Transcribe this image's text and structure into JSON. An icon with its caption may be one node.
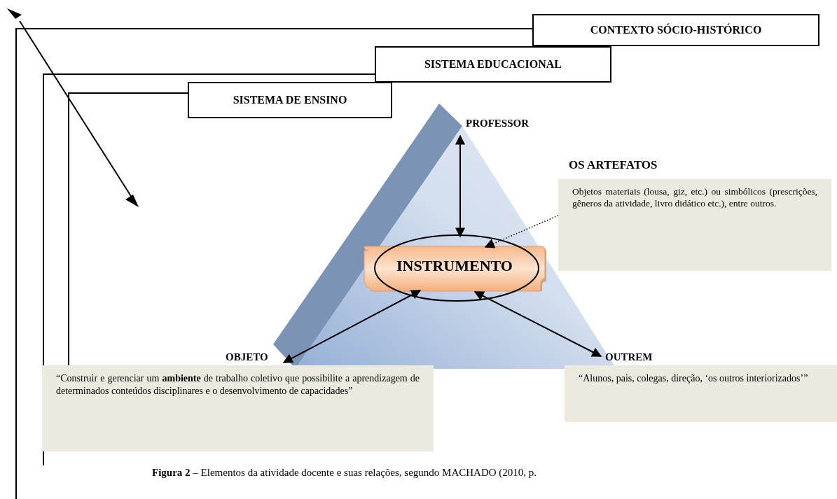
{
  "diagram": {
    "caption": "**Figura 2** – Elementos da atividade docente e suas relações, segundo MACHADO (2010, p.",
    "nodes": [
      {
        "text": [
          "CONTEXTO SÓCIO-HISTÓRICO"
        ]
      },
      {
        "text": [
          "SISTEMA EDUCACIONAL"
        ]
      },
      {
        "text": [
          "SISTEMA DE ENSINO"
        ]
      },
      {
        "text": [
          "PROFESSOR"
        ]
      },
      {
        "text": [
          "INSTRUMENTO"
        ]
      },
      {
        "text": [
          "OBJETO",
          "“Construir e gerenciar um **ambiente** de trabalho coletivo que possibilite a aprendizagem de determinados conteúdos disciplinares e o desenvolvimento de capacidades”"
        ]
      },
      {
        "text": [
          "OUTREM",
          "“Alunos, pais, colegas, direção, ‘os outros interiorizados’”"
        ]
      },
      {
        "text": [
          "OS ARTEFATOS",
          "Objetos materiais (lousa, giz, etc.) ou simbólicos (prescrições, gêneros da atividade, livro didático etc.), entre outros."
        ]
      }
    ],
    "edges": [
      {
        "from": 3,
        "to": 4,
        "arrow": "both"
      },
      {
        "from": 4,
        "to": 5,
        "arrow": "both"
      },
      {
        "from": 4,
        "to": 6,
        "arrow": "both"
      },
      {
        "from": 7,
        "to": 4,
        "arrow": "to",
        "style": "dashed"
      }
    ]
  }
}
